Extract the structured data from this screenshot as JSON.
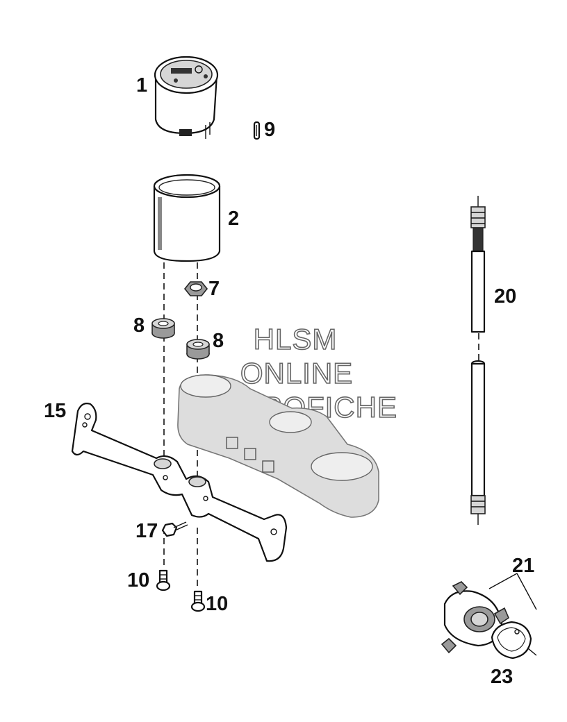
{
  "callouts": {
    "c1": "1",
    "c2": "2",
    "c7": "7",
    "c8a": "8",
    "c8b": "8",
    "c9": "9",
    "c10a": "10",
    "c10b": "10",
    "c15": "15",
    "c17": "17",
    "c20": "20",
    "c21": "21",
    "c23": "23"
  },
  "watermark": {
    "line1": "HLSM",
    "line2": "ONLINE",
    "line3": "MICROFICHE"
  }
}
